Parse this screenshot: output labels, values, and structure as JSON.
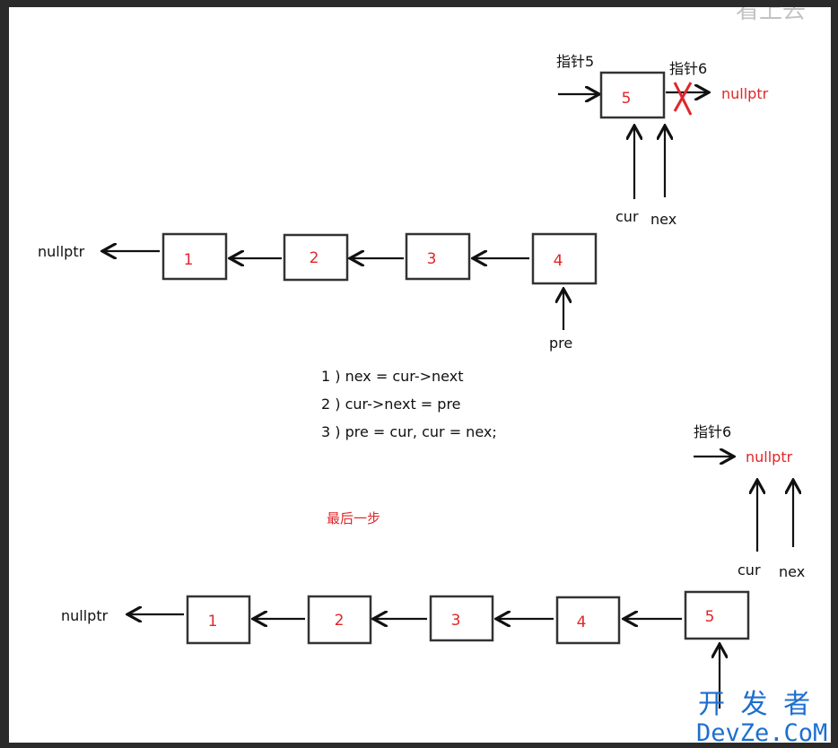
{
  "diagram1": {
    "nodes": [
      "1",
      "2",
      "3",
      "4",
      "5"
    ],
    "left_null": "nullptr",
    "right_null": "nullptr",
    "pointer5_label": "指针5",
    "pointer6_label": "指针6",
    "cur_label": "cur",
    "nex_label": "nex",
    "pre_label": "pre"
  },
  "steps": [
    "1 ) nex = cur->next",
    "2 ) cur->next = pre",
    "3 ) pre = cur, cur = nex;"
  ],
  "last_step_label": "最后一步",
  "diagram2": {
    "nodes": [
      "1",
      "2",
      "3",
      "4",
      "5"
    ],
    "left_null": "nullptr",
    "right_null": "nullptr",
    "pointer6_label": "指针6",
    "cur_label": "cur",
    "nex_label": "nex"
  },
  "watermark": {
    "top_partial": "看上去",
    "cn": "开 发 者",
    "en": "DevZe.CoM"
  },
  "colors": {
    "node_text": "#e0262a",
    "null_red": "#e0262a",
    "watermark": "#1d6fd0"
  }
}
